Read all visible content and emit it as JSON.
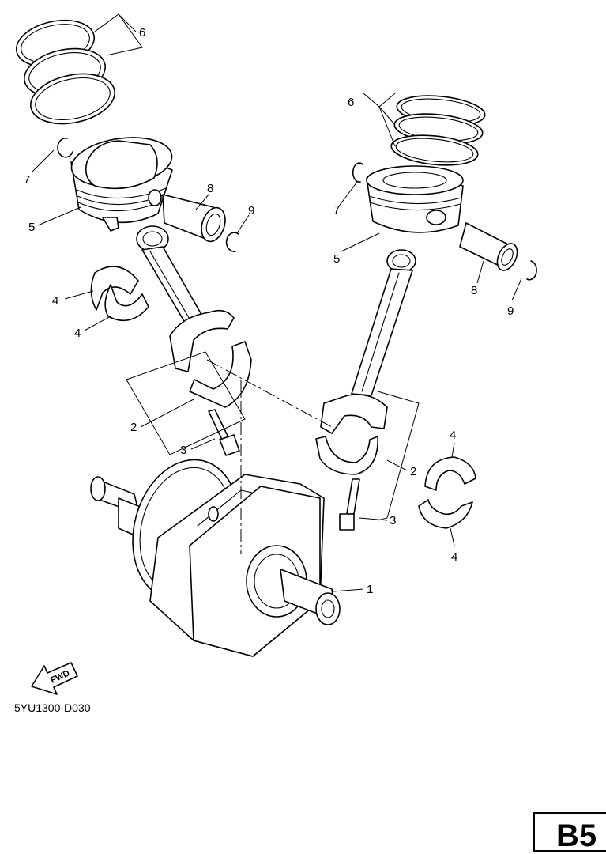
{
  "diagram": {
    "drawing_code": "5YU1300-D030",
    "page_label": "B5",
    "direction_label": "FWD",
    "callouts": {
      "crankshaft": "1",
      "bearing_cap": "2",
      "cap_bolt": "3",
      "big_end_bearing": "4",
      "piston": "5",
      "piston_ring_set": "6",
      "circlip": "7",
      "piston_pin": "8",
      "pin_clip": "9"
    }
  },
  "colors": {
    "line": "#000000",
    "background": "#ffffff"
  }
}
